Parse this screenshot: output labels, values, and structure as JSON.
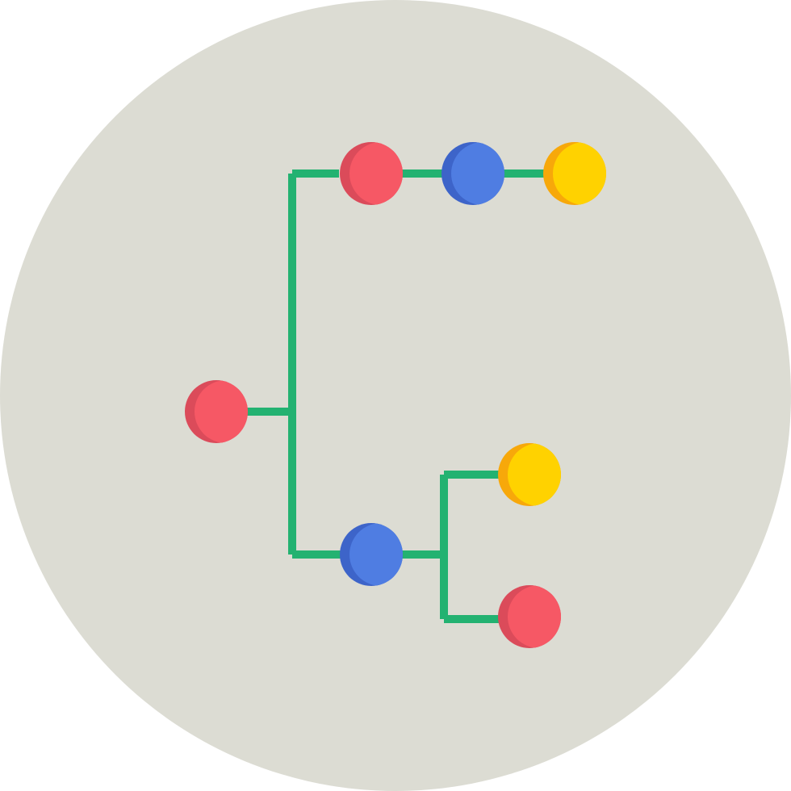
{
  "icon": {
    "name": "hierarchy-tree-icon",
    "colors": {
      "background_circle": "#DCDCD3",
      "connector": "#23B271",
      "red": "#F65865",
      "red_shade": "#DB4B5A",
      "blue": "#4F7DE2",
      "blue_shade": "#3D64C9",
      "yellow": "#FFD200",
      "yellow_shade": "#F7A80A"
    },
    "nodes": [
      {
        "id": "root",
        "color": "red"
      },
      {
        "id": "top-1",
        "color": "red"
      },
      {
        "id": "top-2",
        "color": "blue"
      },
      {
        "id": "top-3",
        "color": "yellow"
      },
      {
        "id": "bottom-branch",
        "color": "blue"
      },
      {
        "id": "bottom-leaf-upper",
        "color": "yellow"
      },
      {
        "id": "bottom-leaf-lower",
        "color": "red"
      }
    ]
  }
}
